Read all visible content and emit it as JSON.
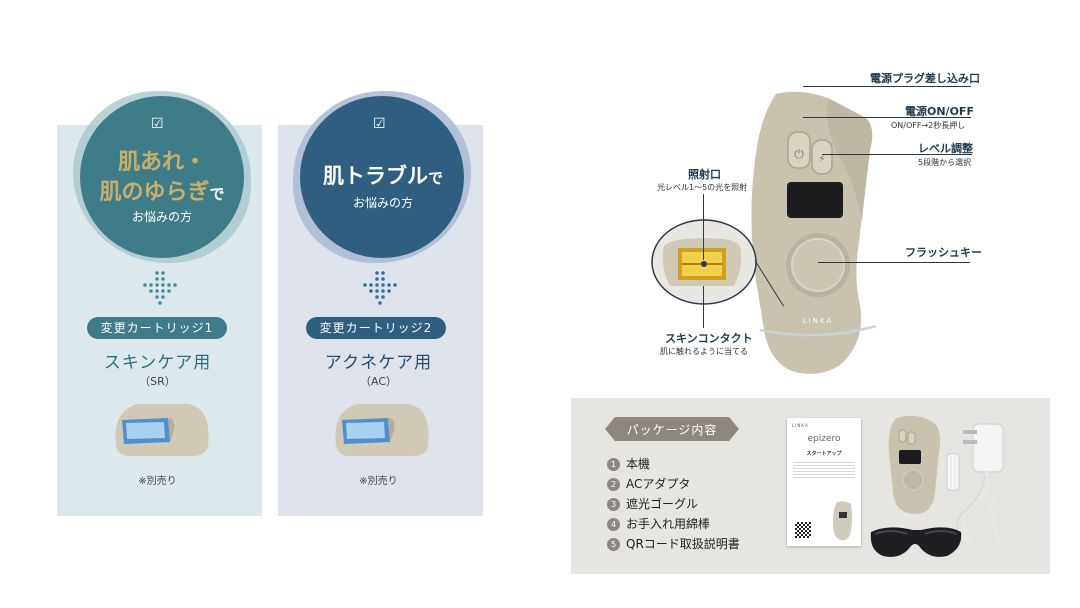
{
  "cartridges": [
    {
      "headline_line1": "肌あれ・",
      "headline_line2_main": "肌のゆらぎ",
      "headline_line2_tail": "で",
      "subline": "お悩みの方",
      "badge": "変更カートリッジ1",
      "title": "スキンケア用",
      "code": "（SR）",
      "note": "※別売り"
    },
    {
      "headline_line1": "肌トラブル",
      "headline_line1_tail": "で",
      "subline": "お悩みの方",
      "badge": "変更カートリッジ2",
      "title": "アクネケア用",
      "code": "（AC）",
      "note": "※別売り"
    }
  ],
  "device": {
    "brand": "LINKA",
    "callouts": {
      "power_plug": {
        "title": "電源プラグ差し込み口"
      },
      "power": {
        "title": "電源ON/OFF",
        "sub": "ON/OFF→2秒長押し"
      },
      "level": {
        "title": "レベル調整",
        "sub": "5段階から選択"
      },
      "flash": {
        "title": "フラッシュキー"
      },
      "aperture": {
        "title": "照射口",
        "sub": "光レベル1〜5の光を照射"
      },
      "contact": {
        "title": "スキンコンタクト",
        "sub": "肌に触れるように当てる"
      }
    }
  },
  "package": {
    "title": "パッケージ内容",
    "items": [
      "本機",
      "ACアダプタ",
      "遮光ゴーグル",
      "お手入れ用綿棒",
      "QRコード取扱説明書"
    ],
    "manual": {
      "brand": "LINKA",
      "product": "epizero",
      "heading": "スタートアップ"
    }
  },
  "colors": {
    "sr_panel": "#dde8ec",
    "ac_panel": "#dde2eb",
    "sr_circle": "#3e7c88",
    "ac_circle": "#2e5f80",
    "gold": "#c9ae6a",
    "device_body": "#c8c2ae"
  }
}
